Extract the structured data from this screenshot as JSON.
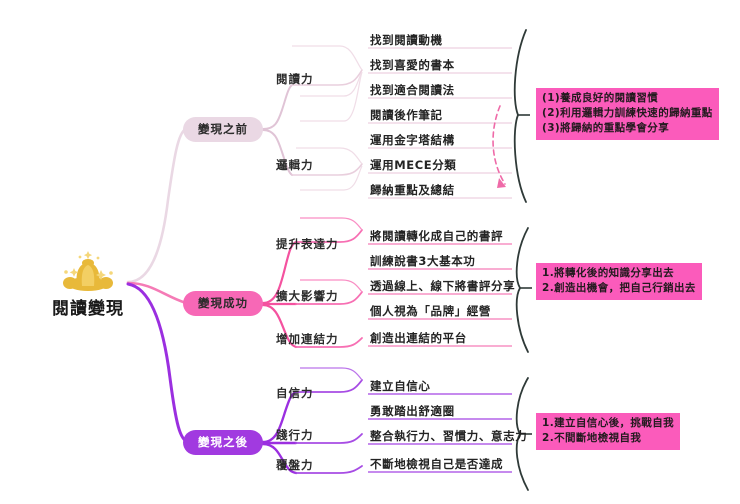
{
  "root": {
    "label": "閱讀變現",
    "icon": "money-bag-coins-icon"
  },
  "branches": [
    {
      "id": "before",
      "title": "變現之前",
      "color": "#ead8e4",
      "groups": [
        {
          "title": "閱讀力",
          "leaves": [
            "找到閱讀動機",
            "找到喜愛的書本",
            "找到適合閱讀法",
            "閱讀後作筆記"
          ]
        },
        {
          "title": "邏輯力",
          "leaves": [
            "運用金字塔結構",
            "運用MECE分類",
            "歸納重點及總結"
          ]
        }
      ],
      "note": [
        "(1)養成良好的閱讀習慣",
        "(2)利用邏輯力訓練快速的歸納重點",
        "(3)將歸納的重點學會分享"
      ]
    },
    {
      "id": "success",
      "title": "變現成功",
      "color": "#f768b6",
      "groups": [
        {
          "title": "提升表達力",
          "leaves": [
            "將閱讀轉化成自己的書評",
            "訓練說書3大基本功"
          ]
        },
        {
          "title": "擴大影響力",
          "leaves": [
            "透過線上、線下將書評分享",
            "個人視為「品牌」經營"
          ]
        },
        {
          "title": "增加連結力",
          "leaves": [
            "創造出連結的平台"
          ]
        }
      ],
      "note": [
        "1.將轉化後的知識分享出去",
        "2.創造出機會，把自己行銷出去"
      ]
    },
    {
      "id": "after",
      "title": "變現之後",
      "color": "#a13ae0",
      "groups": [
        {
          "title": "自信力",
          "leaves": [
            "建立自信心",
            "勇敢踏出舒適圈"
          ]
        },
        {
          "title": "踐行力",
          "leaves": [
            "整合執行力、習慣力、意志力"
          ]
        },
        {
          "title": "覆盤力",
          "leaves": [
            "不斷地檢視自己是否達成"
          ]
        }
      ],
      "note": [
        "1.建立自信心後，挑戰自我",
        "2.不間斷地檢視自我"
      ]
    }
  ],
  "mid_labels": {
    "b1g1": "閱讀力",
    "b1g2": "邏輯力",
    "b2g1": "提升表達力",
    "b2g2": "擴大影響力",
    "b2g3": "增加連結力",
    "b3g1": "自信力",
    "b3g2": "踐行力",
    "b3g3": "覆盤力"
  },
  "leaves": {
    "b1": [
      "找到閱讀動機",
      "找到喜愛的書本",
      "找到適合閱讀法",
      "閱讀後作筆記",
      "運用金字塔結構",
      "運用MECE分類",
      "歸納重點及總結"
    ],
    "b2": [
      "將閱讀轉化成自己的書評",
      "訓練說書3大基本功",
      "透過線上、線下將書評分享",
      "個人視為「品牌」經營",
      "創造出連結的平台"
    ],
    "b3": [
      "建立自信心",
      "勇敢踏出舒適圈",
      "整合執行力、習慣力、意志力",
      "不斷地檢視自己是否達成"
    ]
  },
  "notes": {
    "n1l1": "(1)養成良好的閱讀習慣",
    "n1l2": "(2)利用邏輯力訓練快速的歸納重點",
    "n1l3": "(3)將歸納的重點學會分享",
    "n2l1": "1.將轉化後的知識分享出去",
    "n2l2": "2.創造出機會，把自己行銷出去",
    "n3l1": "1.建立自信心後，挑戰自我",
    "n3l2": "2.不間斷地檢視自我"
  },
  "colors": {
    "branch_before": "#ead8e4",
    "branch_success": "#f768b6",
    "branch_after": "#a13ae0",
    "note_highlight": "#fb5bbb",
    "brace": "#2f3a38",
    "dashed_arrow": "#ef6aa8"
  }
}
